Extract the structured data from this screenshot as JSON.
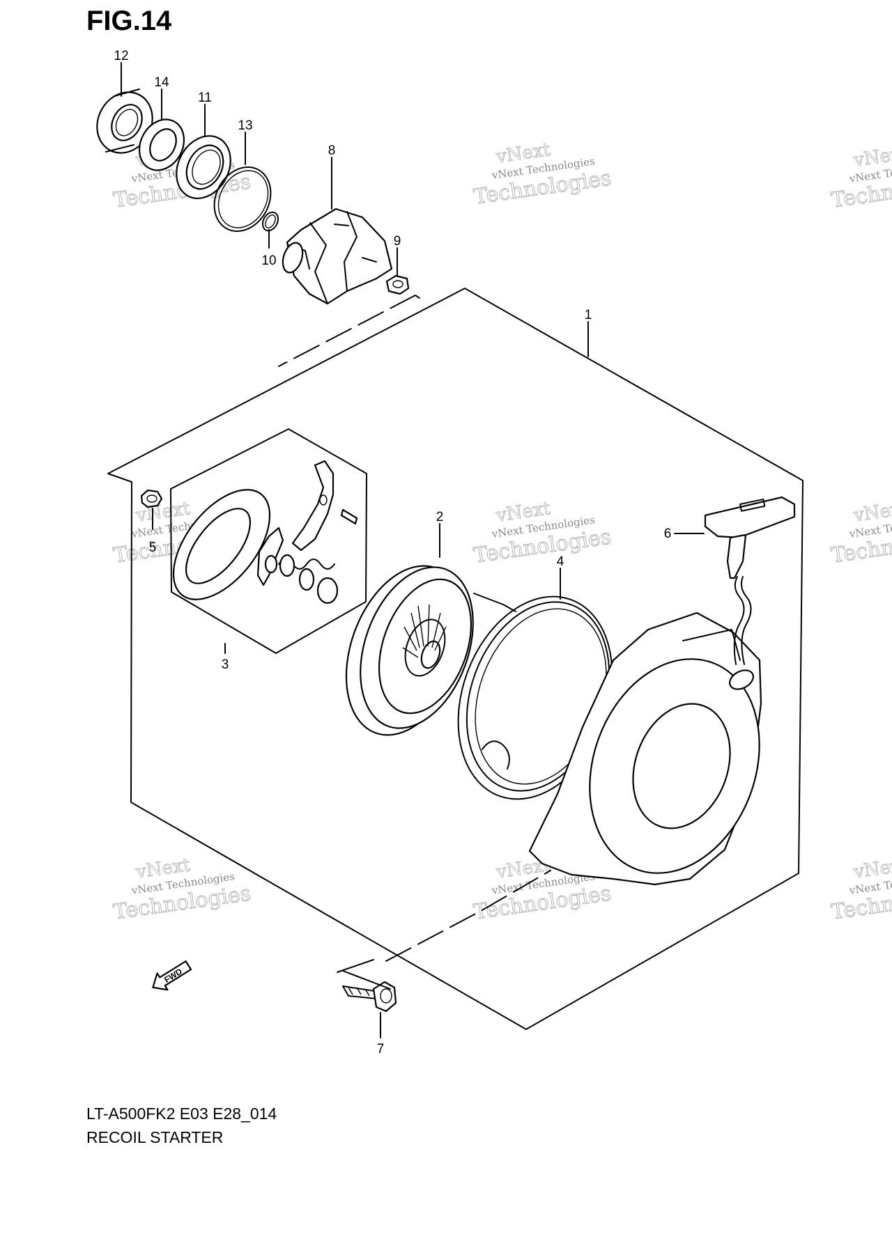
{
  "figure": {
    "title": "FIG.14"
  },
  "caption": {
    "model_code": "LT-A500FK2 E03 E28_014",
    "name": "RECOIL STARTER"
  },
  "fwd_label": "FWD",
  "watermark": {
    "line1": "vNext Technologies",
    "line2": "vNext",
    "line3": "Technologies"
  },
  "callouts": [
    {
      "num": "1"
    },
    {
      "num": "2"
    },
    {
      "num": "3"
    },
    {
      "num": "4"
    },
    {
      "num": "5"
    },
    {
      "num": "6"
    },
    {
      "num": "7"
    },
    {
      "num": "8"
    },
    {
      "num": "9"
    },
    {
      "num": "10"
    },
    {
      "num": "11"
    },
    {
      "num": "12"
    },
    {
      "num": "13"
    },
    {
      "num": "14"
    }
  ]
}
